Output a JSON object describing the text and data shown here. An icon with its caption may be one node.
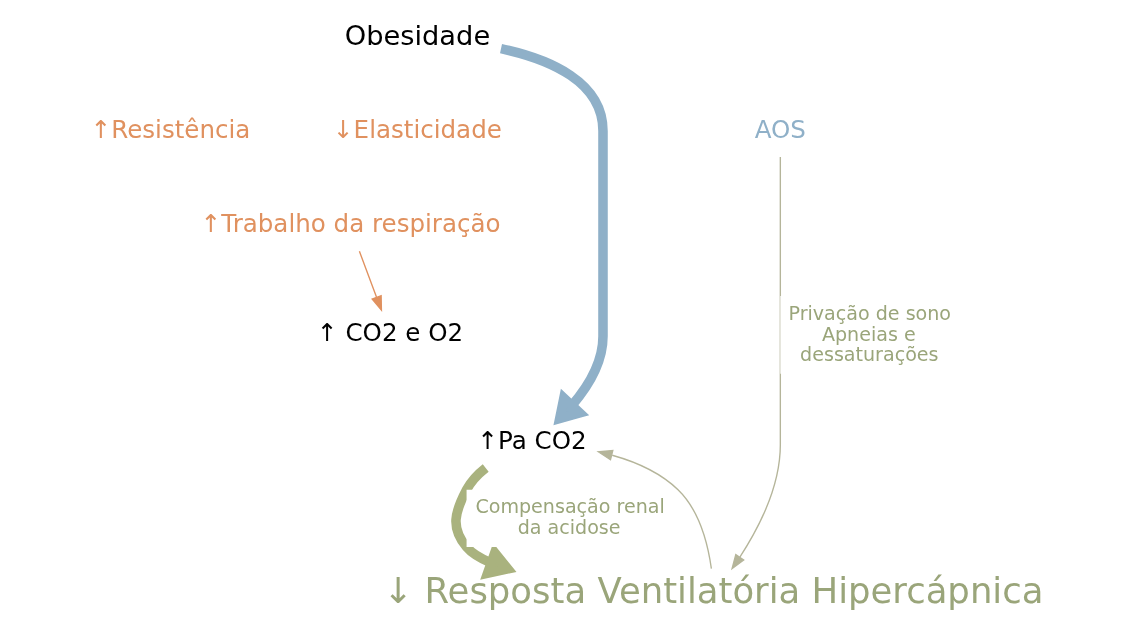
{
  "diagram": {
    "nodes": [
      {
        "text": [
          "Obesidade"
        ]
      },
      {
        "text": [
          "↑Resistência"
        ]
      },
      {
        "text": [
          "↓Elasticidade"
        ]
      },
      {
        "text": [
          "↑Trabalho da respiração"
        ]
      },
      {
        "text": [
          "↑ CO2 e O2"
        ]
      },
      {
        "text": [
          "↑Pa CO2"
        ]
      },
      {
        "text": [
          "AOS"
        ]
      },
      {
        "text": [
          "↓ Resposta Ventilatória Hipercápnica"
        ]
      }
    ],
    "edges": [
      {
        "from": 3,
        "to": 4,
        "arrow": "to",
        "color": "#e0915f"
      },
      {
        "from": 0,
        "to": 5,
        "arrow": "to",
        "style": "thick",
        "color": "#8fb0c8"
      },
      {
        "from": 5,
        "to": 7,
        "arrow": "to",
        "style": "thick",
        "color": "#a9b27e",
        "label": "Compensação renal da acidose"
      },
      {
        "from": 7,
        "to": 5,
        "arrow": "to"
      },
      {
        "from": 6,
        "to": 7,
        "arrow": "to",
        "label": "Privação de sono Apneias e dessaturações"
      }
    ]
  }
}
